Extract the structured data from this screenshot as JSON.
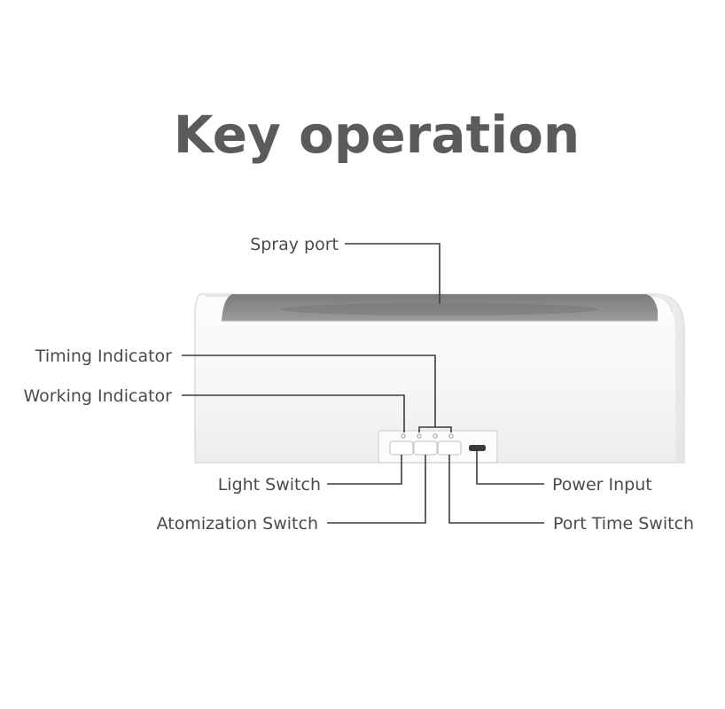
{
  "title": "Key operation",
  "callouts": {
    "spray_port": "Spray port",
    "timing_indicator": "Timing Indicator",
    "working_indicator": "Working Indicator",
    "light_switch": "Light Switch",
    "atomization_switch": "Atomization Switch",
    "power_input": "Power Input",
    "port_time_switch": "Port Time Switch"
  },
  "colors": {
    "device_body": "#f7f7f7",
    "spray_port_tray": "#8a8a8a",
    "title": "#5b5b5b",
    "label": "#4a4a4a",
    "leader_line": "#3c3c3c"
  }
}
